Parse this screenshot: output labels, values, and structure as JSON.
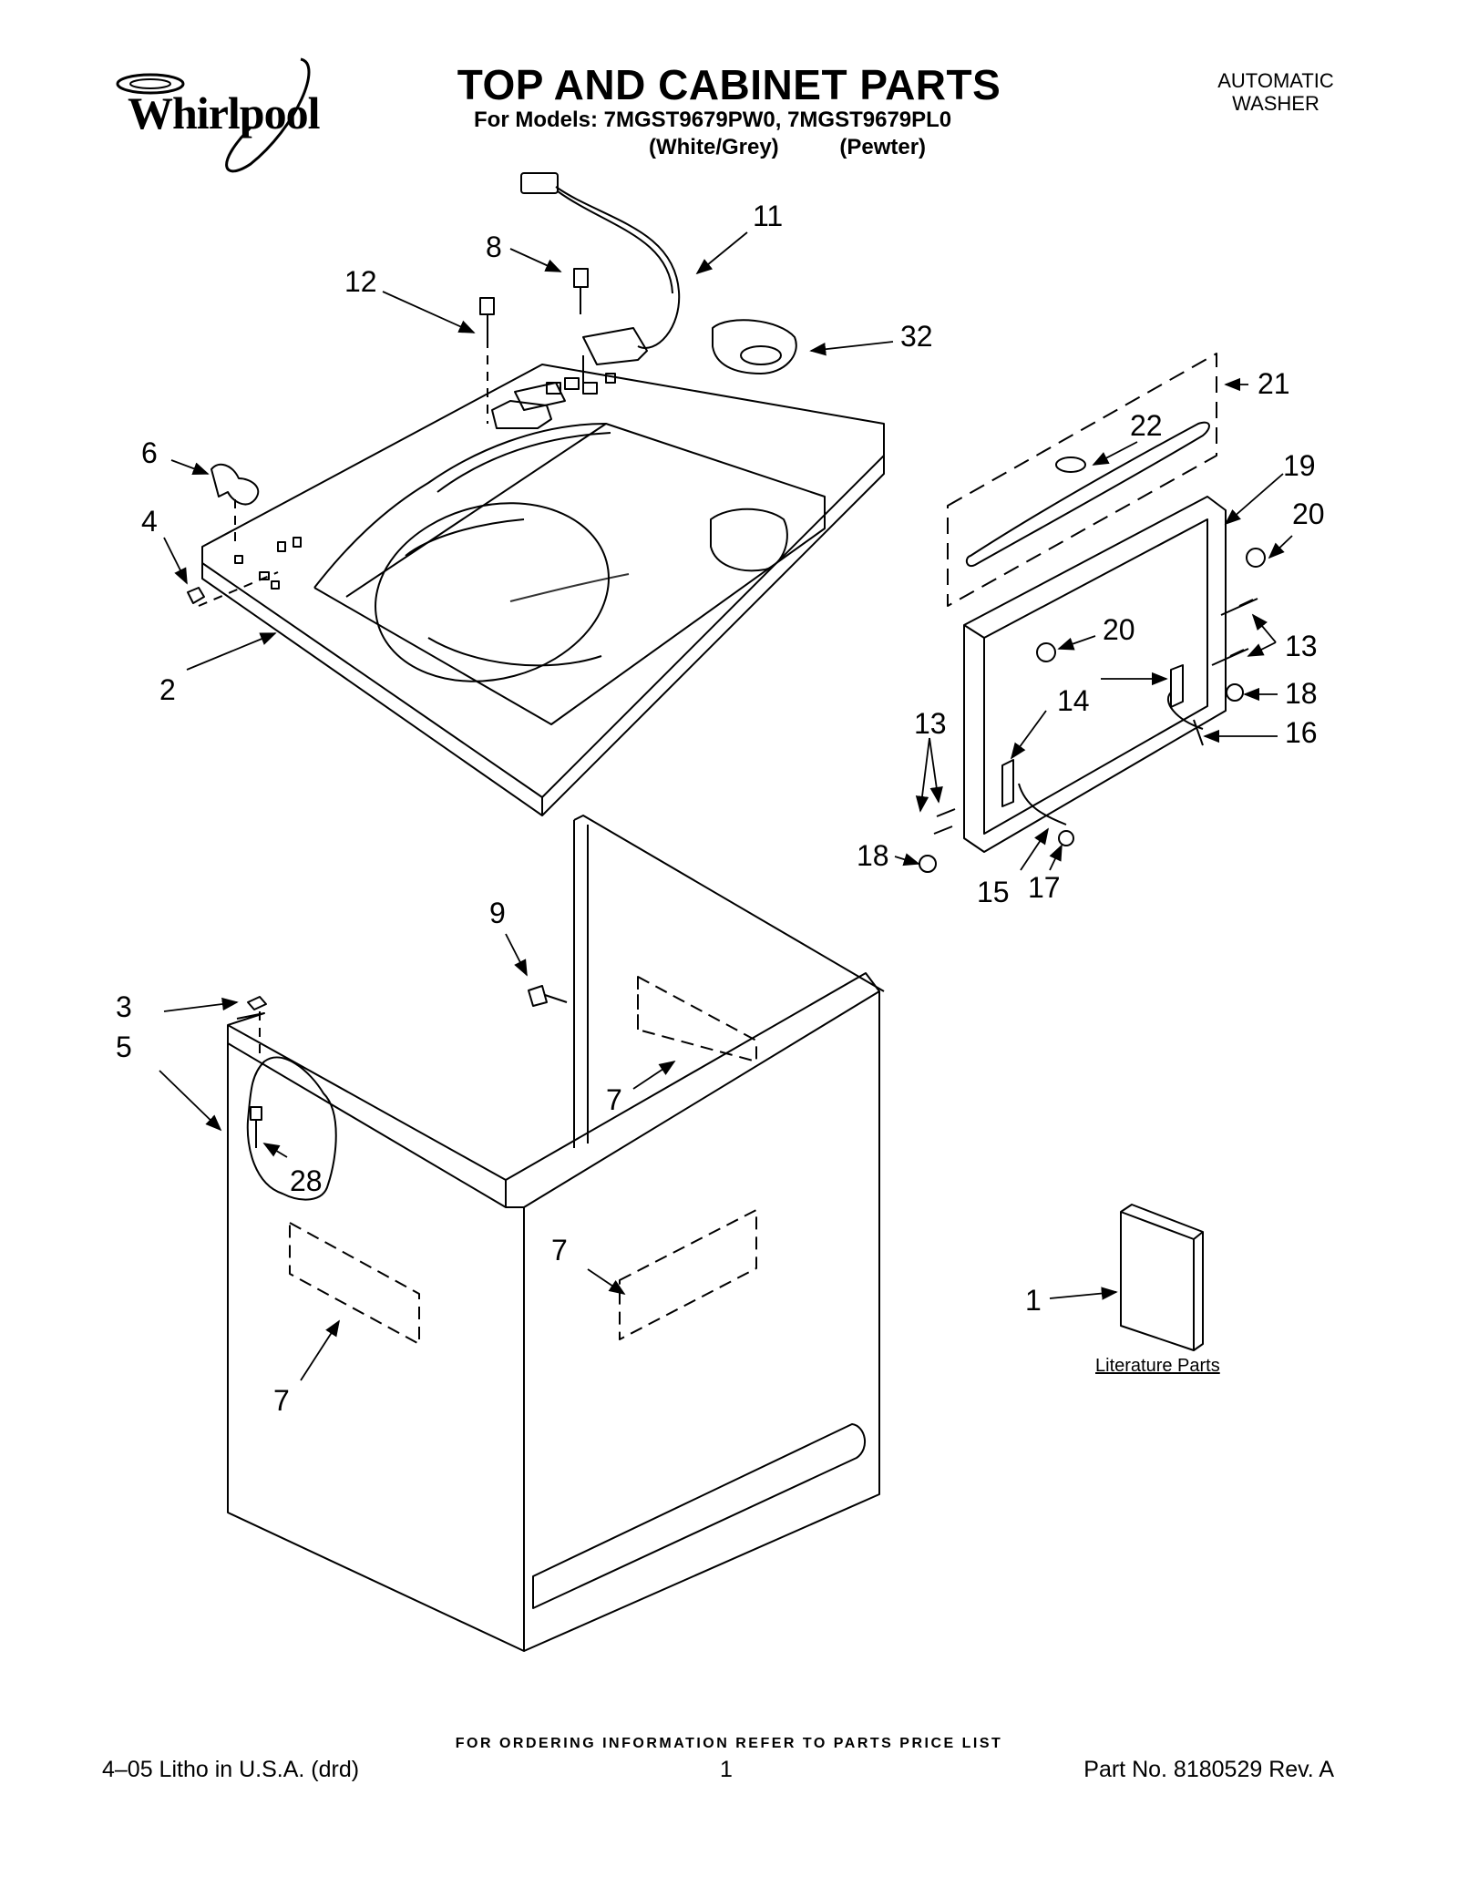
{
  "header": {
    "brand": "Whirlpool",
    "title": "TOP AND CABINET PARTS",
    "models_line": "For Models: 7MGST9679PW0, 7MGST9679PL0",
    "colors_line": "(White/Grey)          (Pewter)",
    "appliance_line1": "AUTOMATIC",
    "appliance_line2": "WASHER"
  },
  "callouts": {
    "c1": "1",
    "c2": "2",
    "c3": "3",
    "c4": "4",
    "c5": "5",
    "c6": "6",
    "c7a": "7",
    "c7b": "7",
    "c7c": "7",
    "c8": "8",
    "c9": "9",
    "c11": "11",
    "c12": "12",
    "c13a": "13",
    "c13b": "13",
    "c14": "14",
    "c15": "15",
    "c16": "16",
    "c17": "17",
    "c18a": "18",
    "c18b": "18",
    "c19": "19",
    "c20a": "20",
    "c20b": "20",
    "c21": "21",
    "c22": "22",
    "c28": "28",
    "c32": "32"
  },
  "literature_label": "Literature Parts",
  "footer": {
    "note": "FOR ORDERING INFORMATION REFER TO PARTS PRICE LIST",
    "litho": "4–05 Litho in U.S.A. (drd)",
    "page": "1",
    "part_no": "Part No. 8180529 Rev. A"
  }
}
